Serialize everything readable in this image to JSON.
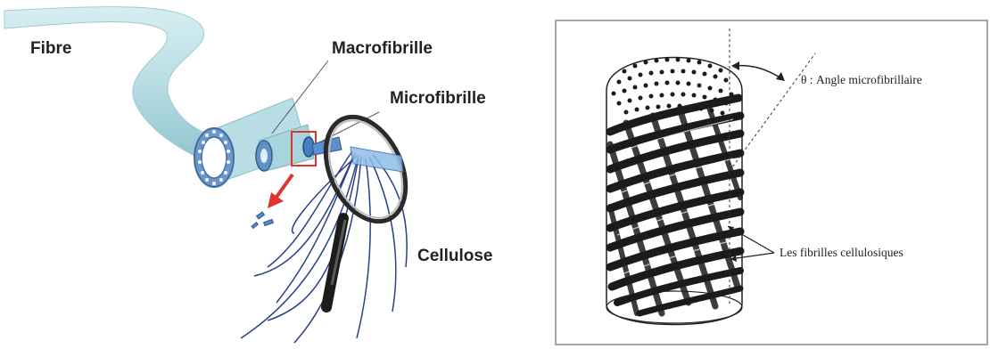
{
  "left_figure": {
    "labels": {
      "fibre": "Fibre",
      "macrofibrille": "Macrofibrille",
      "microfibrille": "Microfibrille",
      "cellulose": "Cellulose"
    }
  },
  "right_figure": {
    "labels": {
      "angle": "θ : Angle microfibrillaire",
      "fibrilles": "Les fibrilles cellulosiques"
    }
  },
  "colors": {
    "fibre": "#b7dde3",
    "fibre_dark": "#7fb9c4",
    "highlight_box": "#e0342a",
    "arrow": "#e0342a",
    "ink": "#1a1a1a",
    "panel_border": "#888888"
  }
}
